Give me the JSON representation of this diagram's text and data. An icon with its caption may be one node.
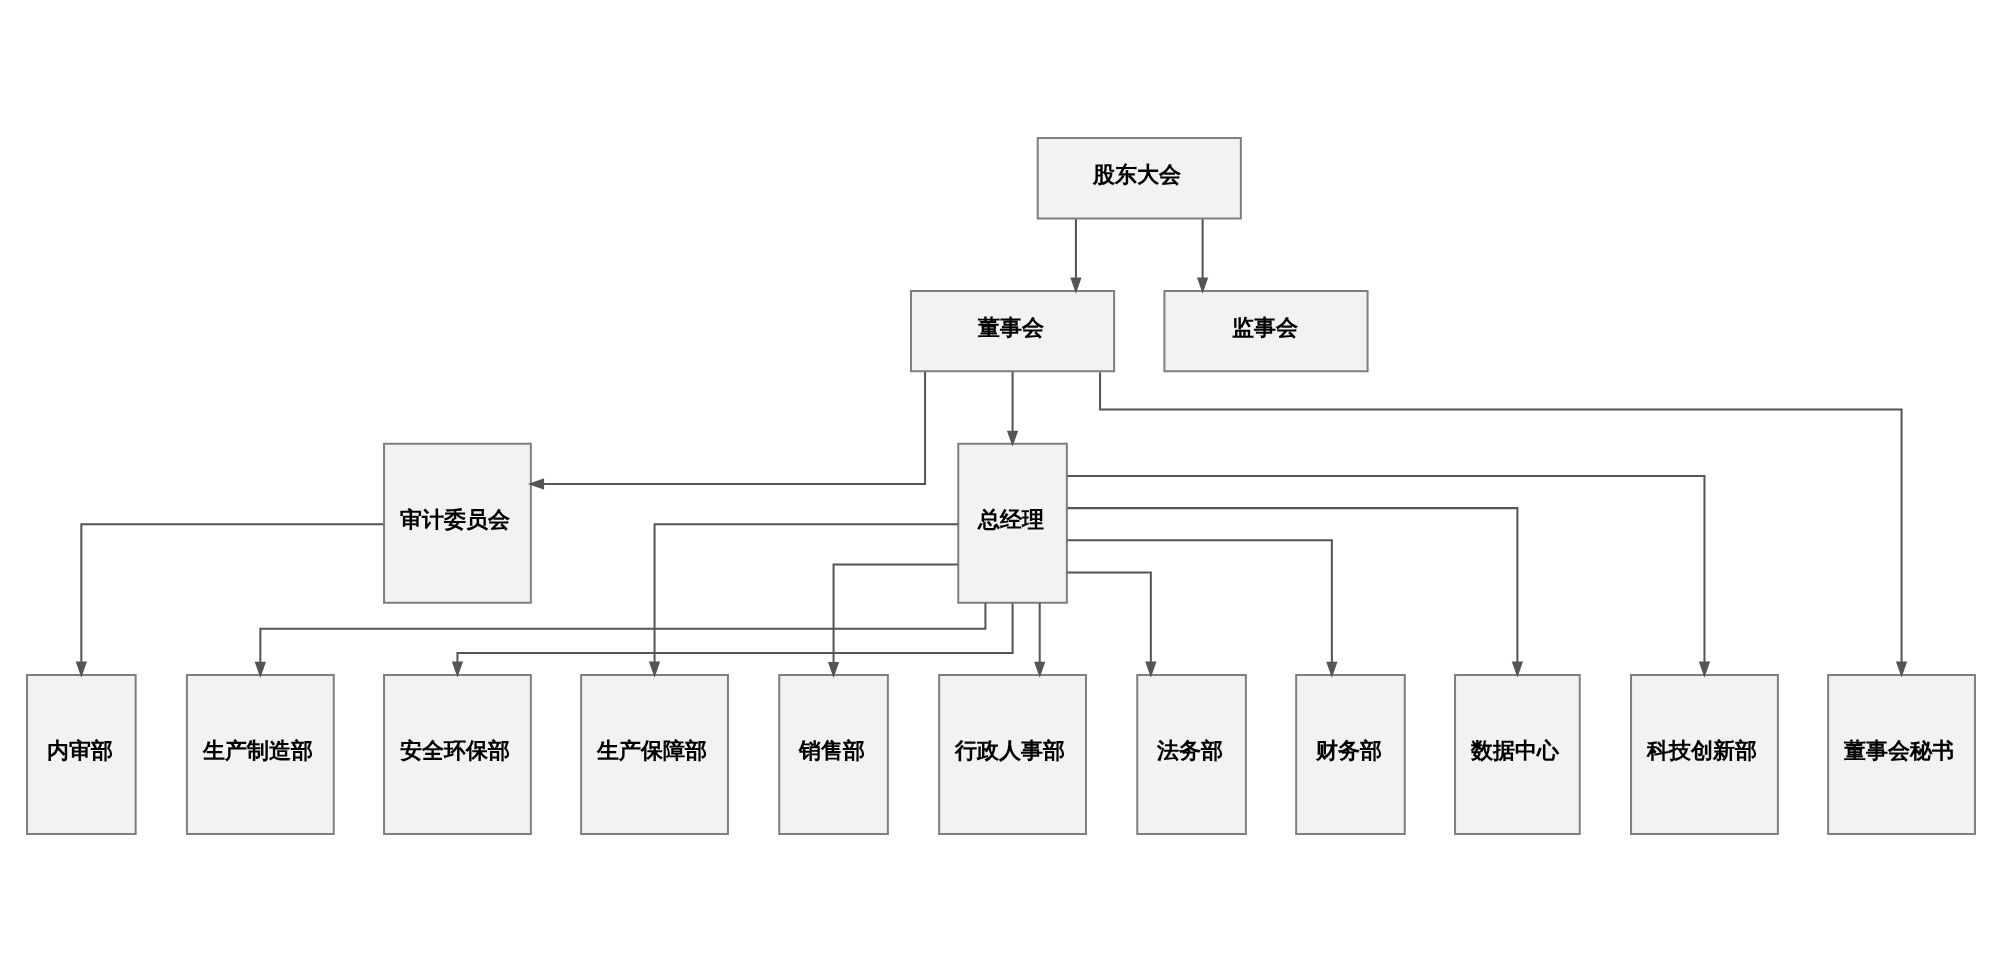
{
  "diagram": {
    "nodes": [
      {
        "text": [
          "股东大会"
        ]
      },
      {
        "text": [
          "董事会"
        ]
      },
      {
        "text": [
          "监事会"
        ]
      },
      {
        "text": [
          "审计委员会"
        ]
      },
      {
        "text": [
          "总经理"
        ]
      },
      {
        "text": [
          "董事会秘书"
        ]
      },
      {
        "text": [
          "内审部"
        ]
      },
      {
        "text": [
          "生产制造部"
        ]
      },
      {
        "text": [
          "安全环保部"
        ]
      },
      {
        "text": [
          "生产保障部"
        ]
      },
      {
        "text": [
          "销售部"
        ]
      },
      {
        "text": [
          "行政人事部"
        ]
      },
      {
        "text": [
          "法务部"
        ]
      },
      {
        "text": [
          "财务部"
        ]
      },
      {
        "text": [
          "数据中心"
        ]
      },
      {
        "text": [
          "科技创新部"
        ]
      }
    ],
    "edges": [
      {
        "from": 0,
        "to": 1,
        "arrow": "to"
      },
      {
        "from": 0,
        "to": 2,
        "arrow": "to"
      },
      {
        "from": 1,
        "to": 5,
        "arrow": "to"
      },
      {
        "from": 1,
        "to": 3,
        "arrow": "to"
      },
      {
        "from": 1,
        "to": 4,
        "arrow": "to"
      },
      {
        "from": 3,
        "to": 6,
        "arrow": "to"
      },
      {
        "from": 4,
        "to": 7,
        "arrow": "to"
      },
      {
        "from": 4,
        "to": 8,
        "arrow": "to"
      },
      {
        "from": 4,
        "to": 9,
        "arrow": "to"
      },
      {
        "from": 4,
        "to": 10,
        "arrow": "to"
      },
      {
        "from": 4,
        "to": 11,
        "arrow": "to"
      },
      {
        "from": 4,
        "to": 12,
        "arrow": "to"
      },
      {
        "from": 4,
        "to": 13,
        "arrow": "to"
      },
      {
        "from": 4,
        "to": 14,
        "arrow": "to"
      },
      {
        "from": 4,
        "to": 15,
        "arrow": "to"
      }
    ]
  }
}
